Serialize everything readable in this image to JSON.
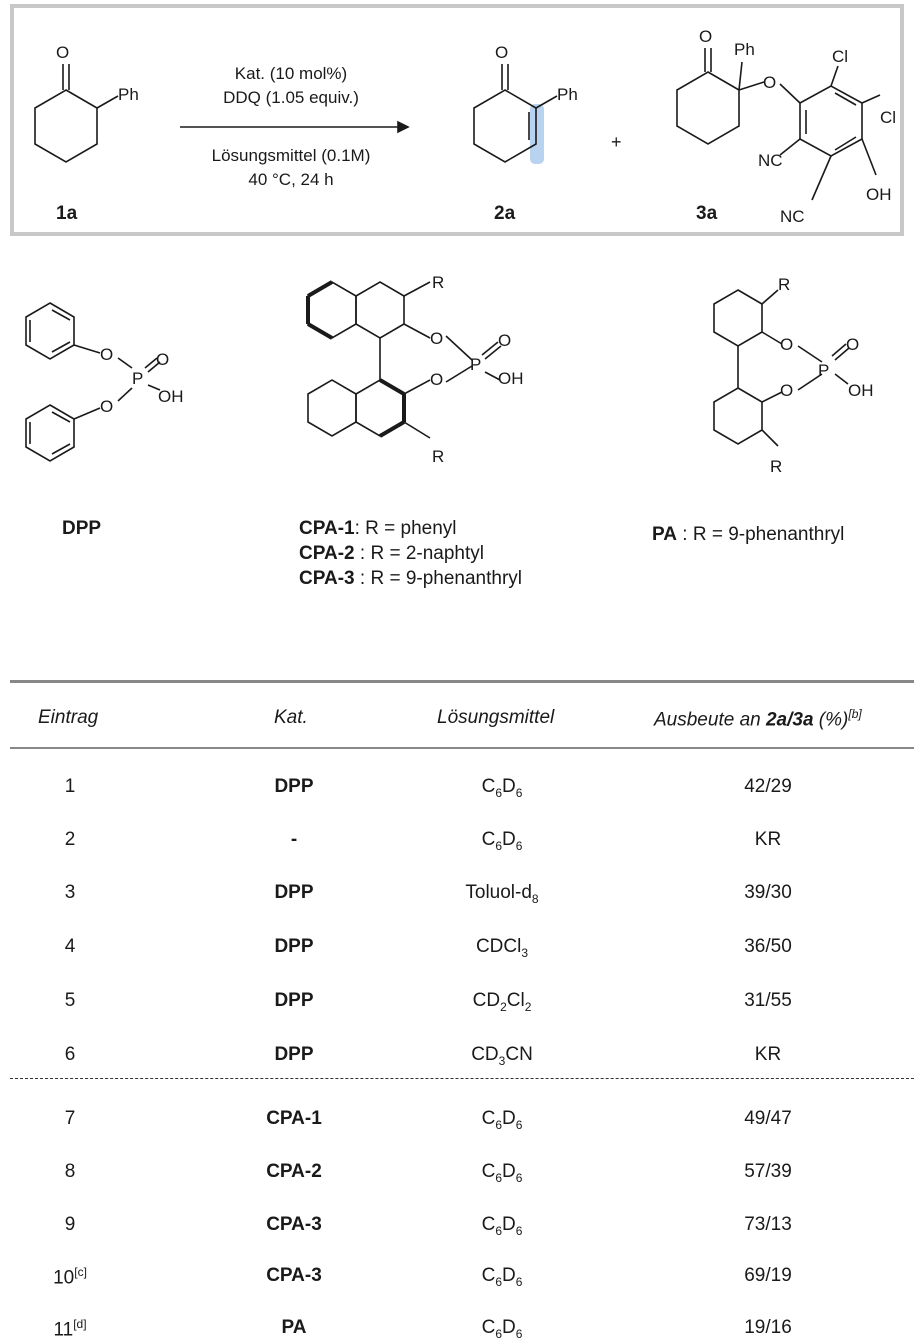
{
  "scheme": {
    "reactant_label": "1a",
    "product1_label": "2a",
    "product2_label": "3a",
    "plus": "+",
    "cond_above_1": "Kat. (10 mol%)",
    "cond_above_2": "DDQ (1.05 equiv.)",
    "cond_below_1": "Lösungsmittel (0.1M)",
    "cond_below_2": "40 °C, 24 h",
    "atoms": {
      "O": "O",
      "Ph": "Ph",
      "Cl": "Cl",
      "NC": "NC",
      "OH": "OH",
      "P": "P",
      "R": "R"
    }
  },
  "catalysts": {
    "dpp_label": "DPP",
    "cpa1_name": "CPA-1",
    "cpa1_r": ":  R = phenyl",
    "cpa2_name": "CPA-2",
    "cpa2_r": " : R = 2-naphtyl",
    "cpa3_name": "CPA-3",
    "cpa3_r": " : R = 9-phenanthryl",
    "pa_name": "PA",
    "pa_r": " : R = 9-phenanthryl"
  },
  "table": {
    "col_entry": "Eintrag",
    "col_cat": "Kat.",
    "col_solvent": "Lösungsmittel",
    "col_yield_pre": "Ausbeute an ",
    "col_yield_bold": "2a/3a",
    "col_yield_post": " (%)",
    "col_yield_sup": "[b]",
    "rows": [
      {
        "entry": "1",
        "sup": "",
        "cat": "DPP",
        "solvent": "C6D6",
        "yield": "42/29"
      },
      {
        "entry": "2",
        "sup": "",
        "cat": "-",
        "solvent": "C6D6",
        "yield": "KR"
      },
      {
        "entry": "3",
        "sup": "",
        "cat": "DPP",
        "solvent": "Toluol-d8",
        "yield": "39/30"
      },
      {
        "entry": "4",
        "sup": "",
        "cat": "DPP",
        "solvent": "CDCl3",
        "yield": "36/50"
      },
      {
        "entry": "5",
        "sup": "",
        "cat": "DPP",
        "solvent": "CD2Cl2",
        "yield": "31/55"
      },
      {
        "entry": "6",
        "sup": "",
        "cat": "DPP",
        "solvent": "CD3CN",
        "yield": "KR"
      },
      {
        "entry": "7",
        "sup": "",
        "cat": "CPA-1",
        "solvent": "C6D6",
        "yield": "49/47"
      },
      {
        "entry": "8",
        "sup": "",
        "cat": "CPA-2",
        "solvent": "C6D6",
        "yield": "57/39"
      },
      {
        "entry": "9",
        "sup": "",
        "cat": "CPA-3",
        "solvent": "C6D6",
        "yield": "73/13"
      },
      {
        "entry": "10",
        "sup": "[c]",
        "cat": "CPA-3",
        "solvent": "C6D6",
        "yield": "69/19"
      },
      {
        "entry": "11",
        "sup": "[d]",
        "cat": "PA",
        "solvent": "C6D6",
        "yield": "19/16"
      }
    ]
  }
}
